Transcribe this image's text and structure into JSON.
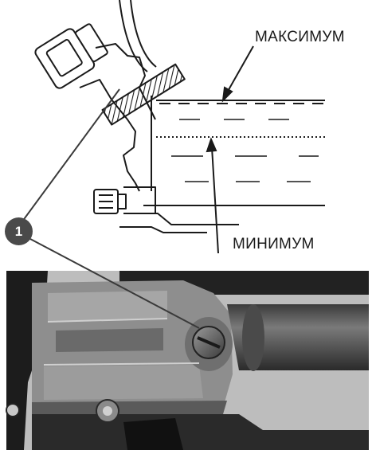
{
  "labels": {
    "maximum": "МАКСИМУМ",
    "minimum": "МИНИМУМ",
    "callout_number": "1"
  },
  "colors": {
    "line": "#1a1a1a",
    "callout_bg": "#4a4a4a",
    "photo_dark": "#1c1c1c",
    "photo_mid": "#6e6e6e",
    "photo_light": "#a8a8a8"
  }
}
